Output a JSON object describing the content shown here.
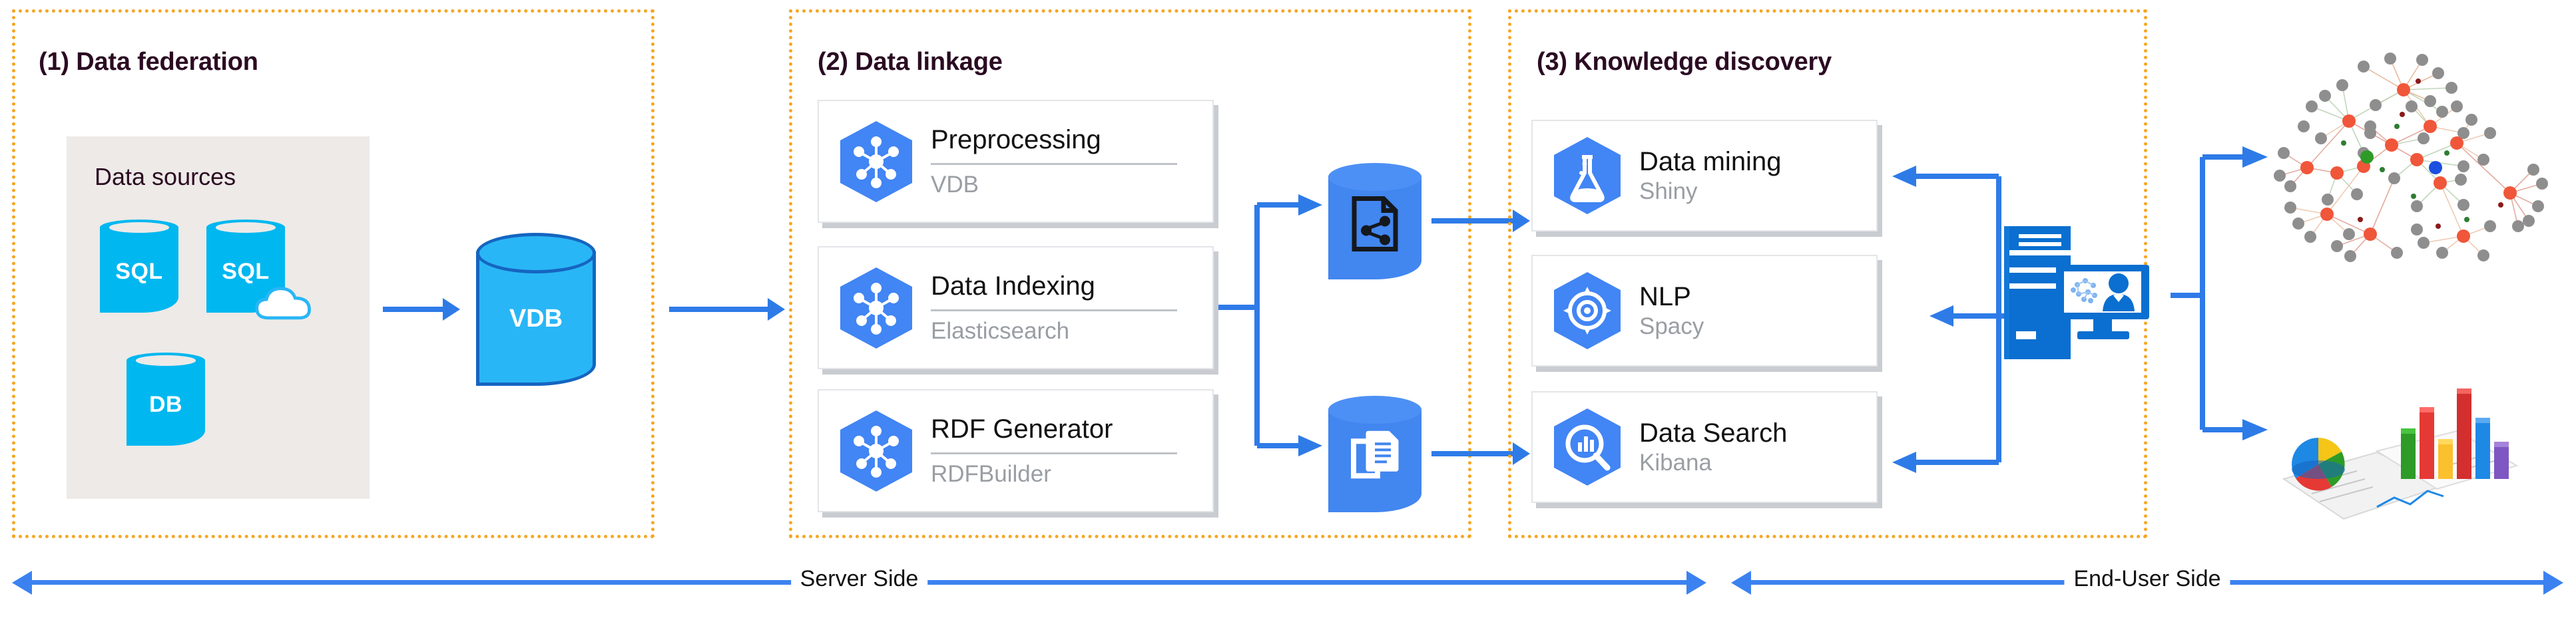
{
  "diagram": {
    "title": "Data federation, linkage and knowledge discovery architecture",
    "accent_orange": "#F5A623",
    "accent_blue": "#2E7BE8",
    "cyan": "#00B7F0",
    "hex_blue": "#4285F4"
  },
  "panels": [
    {
      "id": "p1",
      "title": "(1) Data federation"
    },
    {
      "id": "p2",
      "title": "(2) Data linkage"
    },
    {
      "id": "p3",
      "title": "(3) Knowledge discovery"
    }
  ],
  "data_sources": {
    "label": "Data sources",
    "items": [
      {
        "label": "SQL",
        "icon": "database-cylinder-icon"
      },
      {
        "label": "SQL",
        "icon": "cloud-database-cylinder-icon"
      },
      {
        "label": "DB",
        "icon": "database-cylinder-icon"
      }
    ]
  },
  "vdb": {
    "label": "VDB",
    "icon": "vdb-cylinder-icon"
  },
  "linkage_cards": [
    {
      "title": "Preprocessing",
      "subtitle": "VDB",
      "icon": "hexagon-network-icon",
      "rule": true
    },
    {
      "title": "Data Indexing",
      "subtitle": "Elasticsearch",
      "icon": "hexagon-network-icon",
      "rule": true
    },
    {
      "title": "RDF Generator",
      "subtitle": "RDFBuilder",
      "icon": "hexagon-network-icon",
      "rule": true
    }
  ],
  "stores": [
    {
      "icon": "rdf-store-cylinder-icon",
      "name": "rdf-store"
    },
    {
      "icon": "document-store-cylinder-icon",
      "name": "document-store"
    }
  ],
  "discovery_cards": [
    {
      "title": "Data mining",
      "subtitle": "Shiny",
      "icon": "hexagon-flask-icon",
      "rule": false
    },
    {
      "title": "NLP",
      "subtitle": "Spacy",
      "icon": "hexagon-radar-icon",
      "rule": false
    },
    {
      "title": "Data Search",
      "subtitle": "Kibana",
      "icon": "hexagon-search-icon",
      "rule": false
    }
  ],
  "end_user": {
    "icon": "server-and-monitor-icon",
    "outputs": [
      {
        "name": "network-graph-visualization"
      },
      {
        "name": "charts-and-reports-visualization"
      }
    ]
  },
  "axes": [
    {
      "label": "Server Side"
    },
    {
      "label": "End-User Side"
    }
  ]
}
